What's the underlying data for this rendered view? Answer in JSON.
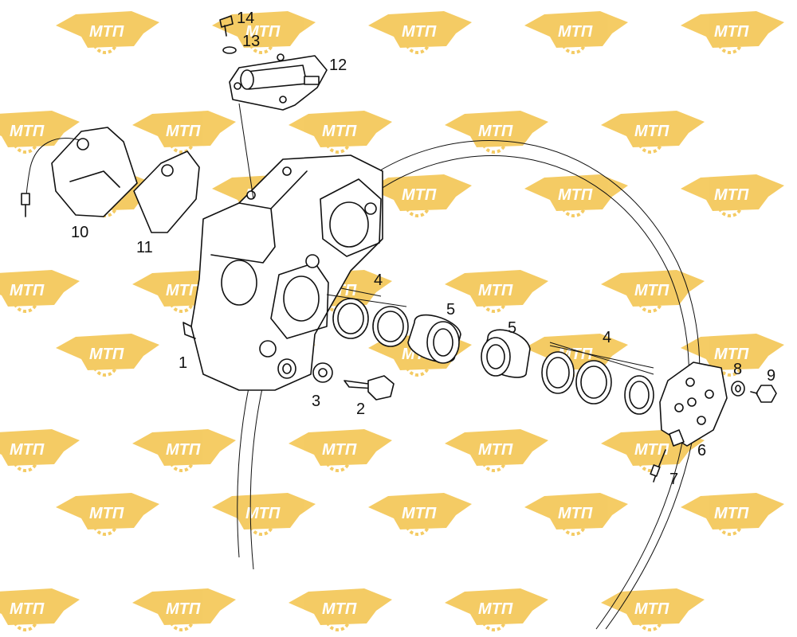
{
  "diagram": {
    "watermark": {
      "text": "МТП",
      "color": "#f3c34a"
    },
    "callouts": {
      "c1": "1",
      "c2": "2",
      "c3": "3",
      "c4a": "4",
      "c4b": "4",
      "c5a": "5",
      "c5b": "5",
      "c6": "6",
      "c7": "7",
      "c8": "8",
      "c9": "9",
      "c10": "10",
      "c11": "11",
      "c12": "12",
      "c13": "13",
      "c14": "14"
    }
  }
}
